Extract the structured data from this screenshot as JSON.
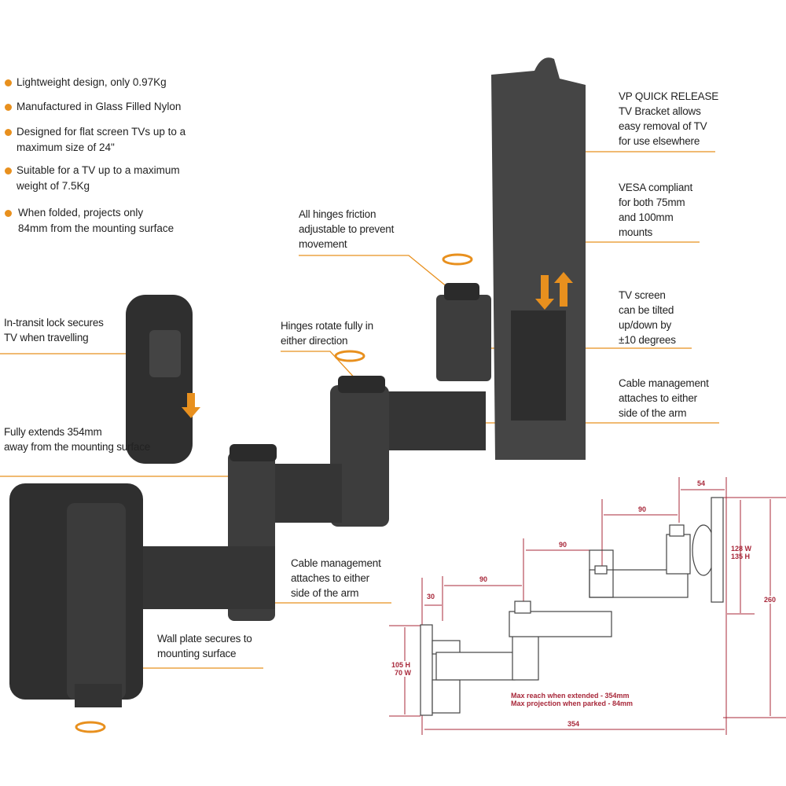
{
  "features": [
    {
      "lines": [
        "Lightweight design, only 0.97Kg"
      ]
    },
    {
      "lines": [
        "Manufactured in Glass Filled Nylon"
      ]
    },
    {
      "lines": [
        "Designed for flat screen TVs up to a",
        "maximum size of 24\""
      ]
    },
    {
      "lines": [
        "Suitable for a TV up to a maximum",
        "weight of 7.5Kg"
      ]
    },
    {
      "lines": [
        "When folded, projects only",
        "84mm from the mounting surface"
      ]
    }
  ],
  "callouts": {
    "quick_release": [
      "VP QUICK RELEASE",
      "TV Bracket allows",
      "easy removal of TV",
      "for use elsewhere"
    ],
    "vesa": [
      "VESA compliant",
      "for both 75mm",
      "and 100mm",
      "mounts"
    ],
    "tilt": [
      "TV screen",
      "can be tilted",
      "up/down by",
      "±10 degrees"
    ],
    "cable_upper": [
      "Cable management",
      "attaches to either",
      "side of the arm"
    ],
    "hinges_friction": [
      "All hinges friction",
      "adjustable to prevent",
      "movement"
    ],
    "hinges_rotate": [
      "Hinges rotate fully in",
      "either direction"
    ],
    "transit_lock": [
      "In-transit lock secures",
      "TV when travelling"
    ],
    "extends": [
      "Fully extends 354mm",
      "away from the mounting surface"
    ],
    "cable_lower": [
      "Cable management",
      "attaches to either",
      "side of the arm"
    ],
    "wall_plate": [
      "Wall plate secures to",
      "mounting surface"
    ]
  },
  "dimensions": {
    "d54": "54",
    "d90a": "90",
    "d90b": "90",
    "d90c": "90",
    "d30": "30",
    "d128w": "128 W",
    "d135h": "135 H",
    "d260": "260",
    "d105h": "105 H",
    "d70w": "70 W",
    "d354": "354",
    "note1": "Max reach when extended - 354mm",
    "note2": "Max projection when parked - 84mm"
  },
  "colors": {
    "accent": "#e8901e",
    "dimension": "#a8283a",
    "product": "#3a3a3a"
  }
}
